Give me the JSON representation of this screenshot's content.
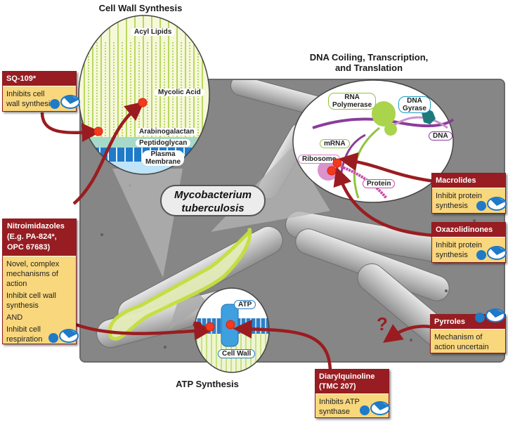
{
  "titles": {
    "cell_wall": "Cell Wall Synthesis",
    "dna_line1": "DNA Coiling, Transcription,",
    "dna_line2": "and Translation",
    "atp": "ATP Synthesis"
  },
  "organism": {
    "line1": "Mycobacterium",
    "line2": "tuberculosis"
  },
  "cell_wall_labels": {
    "acyl": "Acyl Lipids",
    "mycolic": "Mycolic Acid",
    "arabino": "Arabinogalactan",
    "peptido": "Peptidoglycan",
    "plasma1": "Plasma",
    "plasma2": "Membrane"
  },
  "dna_labels": {
    "rnap1": "RNA",
    "rnap2": "Polymerase",
    "gyrase1": "DNA",
    "gyrase2": "Gyrase",
    "dna": "DNA",
    "mrna": "mRNA",
    "ribosome": "Ribosome",
    "protein": "Protein"
  },
  "atp_labels": {
    "atp": "ATP",
    "cell_wall": "Cell Wall"
  },
  "drugs": {
    "sq109": {
      "name": "SQ-109*",
      "desc": [
        "Inhibits cell wall synthesis"
      ]
    },
    "nitro": {
      "name_lines": [
        "Nitroimidazoles",
        "(E.g. PA-824*,",
        "OPC 67683)"
      ],
      "desc": [
        "Novel, complex mechanisms of action",
        "Inhibit cell wall synthesis",
        "AND",
        "Inhibit cell respiration"
      ]
    },
    "macro": {
      "name": "Macrolides",
      "desc": [
        "Inhibit protein synthesis"
      ]
    },
    "oxa": {
      "name": "Oxazolidinones",
      "desc": [
        "Inhibit protein synthesis"
      ]
    },
    "pyrr": {
      "name": "Pyrroles",
      "desc": [
        "Mechanism of action uncertain"
      ]
    },
    "diaryl": {
      "name_lines": [
        "Diarylquinoline",
        "(TMC 207)"
      ],
      "desc": [
        "Inhibits ATP synthase"
      ]
    }
  },
  "question_mark": "?",
  "colors": {
    "drug_header": "#971d22",
    "drug_body": "#f8d77d",
    "arrow": "#9b1c20",
    "cell_wall_green": "#9cc83c",
    "membrane_blue": "#1f7ac8",
    "dna_purple": "#8a3d9a",
    "ribosome_pink": "#d67fc0"
  }
}
